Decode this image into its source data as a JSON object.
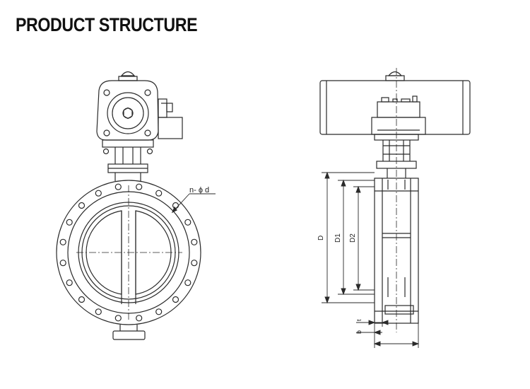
{
  "page": {
    "title": "PRODUCT STRUCTURE"
  },
  "front_view": {
    "callout_label": "n- ϕ d"
  },
  "side_view": {
    "dim_labels": {
      "outer_diameter": "D",
      "bolt_circle": "D1",
      "raised_face": "D2",
      "thickness": "t",
      "width": "b"
    }
  },
  "colors": {
    "line": "#2a2a2a",
    "background": "#ffffff",
    "title": "#111111"
  }
}
